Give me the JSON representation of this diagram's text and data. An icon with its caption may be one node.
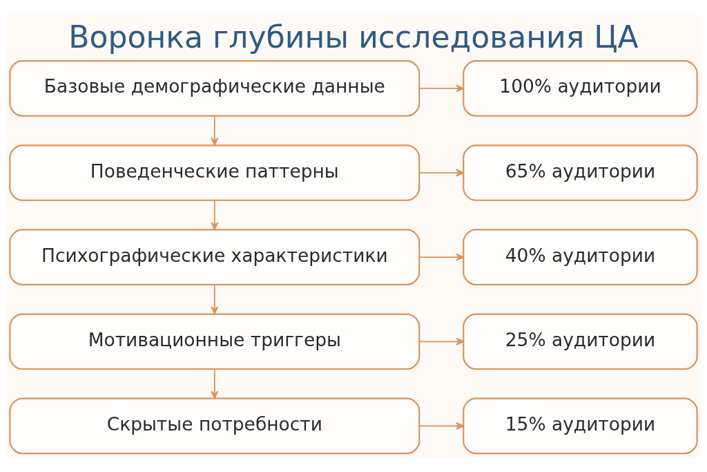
{
  "diagram": {
    "title": "Воронка глубины исследования ЦА",
    "nodes": [
      {
        "text": [
          "Базовые демографические данные"
        ]
      },
      {
        "text": [
          "100% аудитории"
        ]
      },
      {
        "text": [
          "Поведенческие паттерны"
        ]
      },
      {
        "text": [
          "65% аудитории"
        ]
      },
      {
        "text": [
          "Психографические характеристики"
        ]
      },
      {
        "text": [
          "40% аудитории"
        ]
      },
      {
        "text": [
          "Мотивационные триггеры"
        ]
      },
      {
        "text": [
          "25% аудитории"
        ]
      },
      {
        "text": [
          "Скрытые потребности"
        ]
      },
      {
        "text": [
          "15% аудитории"
        ]
      }
    ],
    "edges": [
      {
        "from": 0,
        "to": 1,
        "arrow": "to"
      },
      {
        "from": 0,
        "to": 2,
        "arrow": "to"
      },
      {
        "from": 2,
        "to": 3,
        "arrow": "to"
      },
      {
        "from": 2,
        "to": 4,
        "arrow": "to"
      },
      {
        "from": 4,
        "to": 5,
        "arrow": "to"
      },
      {
        "from": 4,
        "to": 6,
        "arrow": "to"
      },
      {
        "from": 6,
        "to": 7,
        "arrow": "to"
      },
      {
        "from": 6,
        "to": 8,
        "arrow": "to"
      },
      {
        "from": 8,
        "to": 9,
        "arrow": "to"
      }
    ]
  }
}
